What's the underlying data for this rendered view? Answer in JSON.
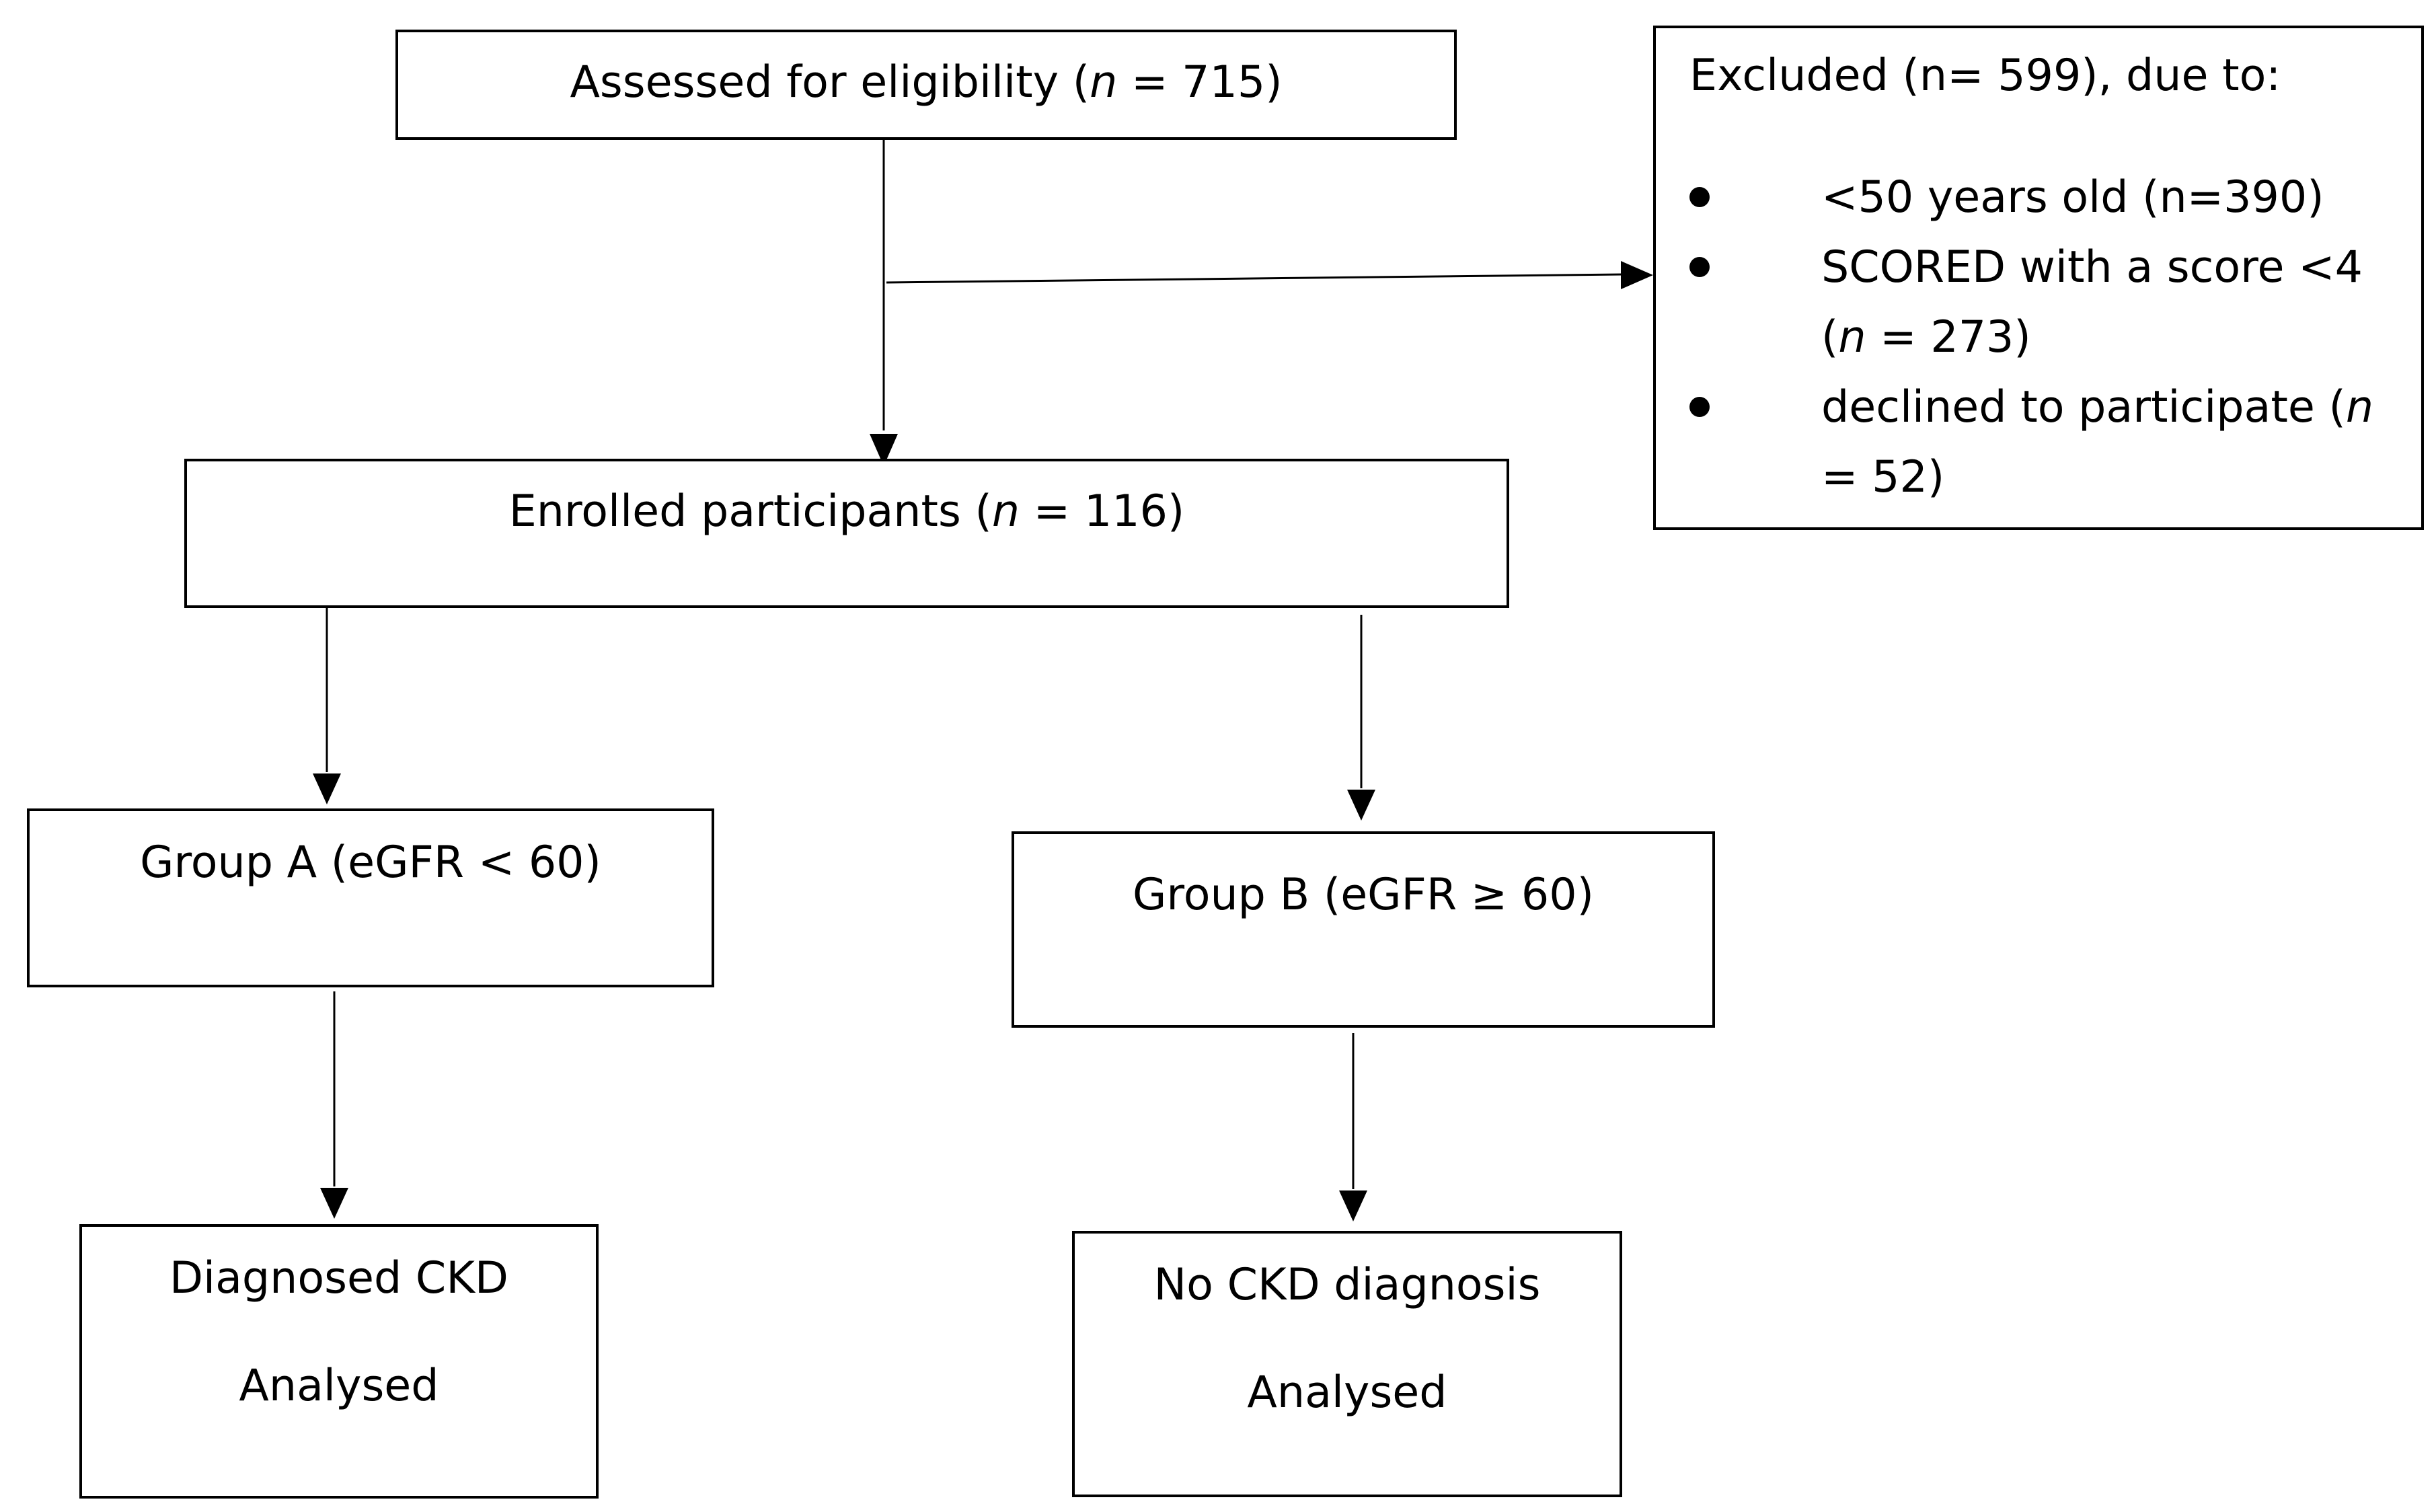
{
  "flowchart": {
    "assessed": {
      "label": "Assessed for eligibility (",
      "n_symbol": "n",
      "n_value": " = 715)"
    },
    "excluded": {
      "heading": "Excluded (n= 599), due to:",
      "reasons": [
        {
          "text_before": "<50 years old (n=390)",
          "n_symbol": "",
          "text_after": ""
        },
        {
          "text_before": "SCORED with a score <4 (",
          "n_symbol": "n",
          "text_after": " = 273)"
        },
        {
          "text_before": "declined to participate (",
          "n_symbol": "n",
          "text_after": " = 52)"
        }
      ]
    },
    "enrolled": {
      "label": "Enrolled participants (",
      "n_symbol": "n",
      "n_value": " = 116)"
    },
    "group_a": {
      "label": "Group A (eGFR < 60)"
    },
    "group_b": {
      "label": "Group B (eGFR ≥ 60)"
    },
    "outcome_a": {
      "line1": "Diagnosed CKD",
      "line2": "Analysed"
    },
    "outcome_b": {
      "line1": "No CKD diagnosis",
      "line2": "Analysed"
    }
  }
}
